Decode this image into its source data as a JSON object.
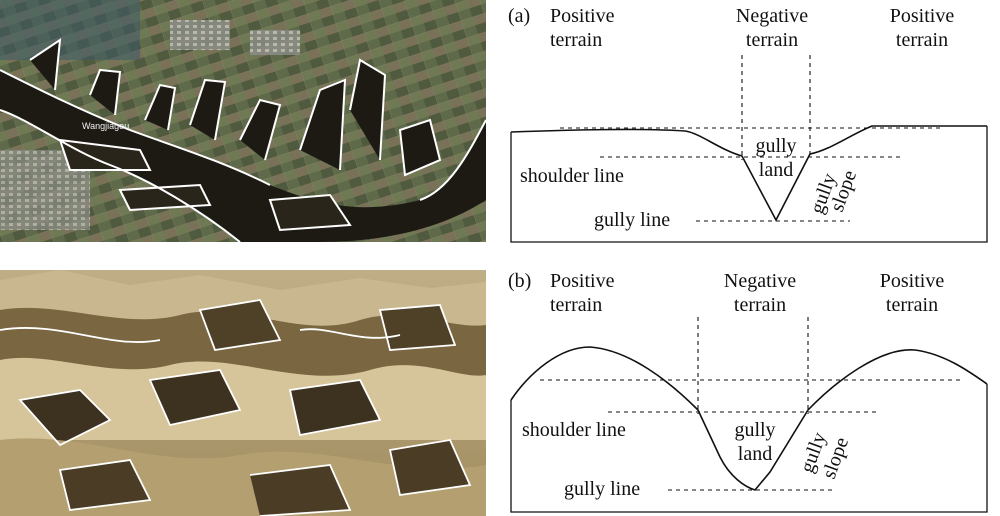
{
  "photos": {
    "top": {
      "place_label": "Wangjiagou"
    },
    "bottom": {}
  },
  "panel_a": {
    "tag": "(a)",
    "left_region": [
      "Positive",
      "terrain"
    ],
    "middle_region": [
      "Negative",
      "terrain"
    ],
    "right_region": [
      "Positive",
      "terrain"
    ],
    "shoulder_line": "shoulder line",
    "gully_land": [
      "gully",
      "land"
    ],
    "gully_slope": [
      "gully",
      "slope"
    ],
    "gully_line": "gully line"
  },
  "panel_b": {
    "tag": "(b)",
    "left_region": [
      "Positive",
      "terrain"
    ],
    "middle_region": [
      "Negative",
      "terrain"
    ],
    "right_region": [
      "Positive",
      "terrain"
    ],
    "shoulder_line": "shoulder line",
    "gully_land": [
      "gully",
      "land"
    ],
    "gully_slope": [
      "gully",
      "slope"
    ],
    "gully_line": "gully line"
  },
  "colors": {
    "outline": "#ffffff",
    "diagram_line": "#111111"
  }
}
